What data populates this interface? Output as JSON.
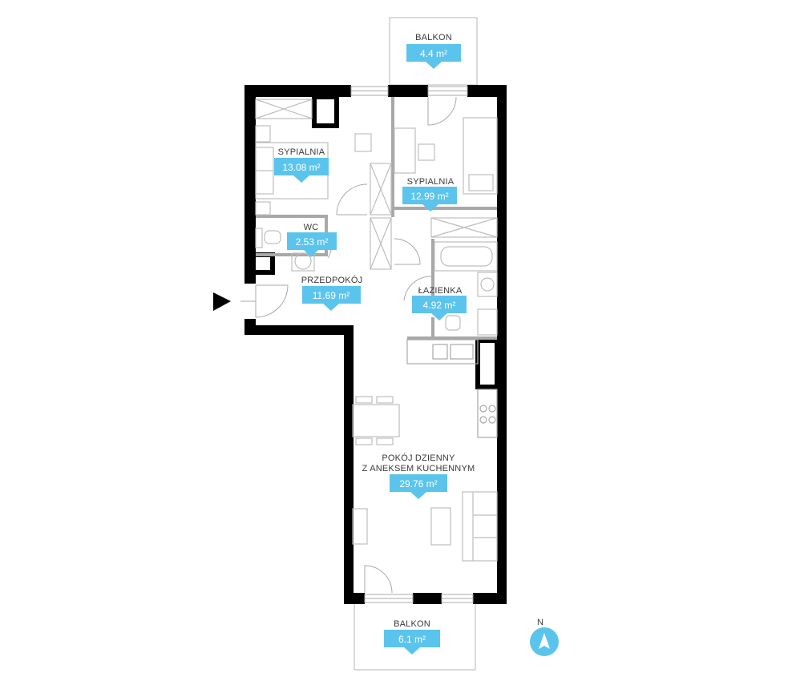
{
  "rooms": {
    "balkon_top": {
      "name": "BALKON",
      "area": "4.4 m²"
    },
    "sypialnia_left": {
      "name": "SYPIALNIA",
      "area": "13.08 m²"
    },
    "sypialnia_right": {
      "name": "SYPIALNIA",
      "area": "12.99 m²"
    },
    "wc": {
      "name": "WC",
      "area": "2.53 m²"
    },
    "przedpokoj": {
      "name": "PRZEDPOKÓJ",
      "area": "11.69 m²"
    },
    "lazienka": {
      "name": "ŁAZIENKA",
      "area": "4.92 m²"
    },
    "pokoj_dzienny": {
      "name_line1": "POKÓJ DZIENNY",
      "name_line2": "Z ANEKSEM KUCHENNYM",
      "area": "29.76 m²"
    },
    "balkon_bottom": {
      "name": "BALKON",
      "area": "6.1 m²"
    }
  },
  "compass": {
    "label": "N"
  },
  "colors": {
    "accent": "#5bc4ec",
    "wall": "#000000",
    "furniture": "#bdbdbd"
  },
  "icons": {
    "entrance": "entrance-arrow-icon",
    "compass": "compass-icon"
  }
}
